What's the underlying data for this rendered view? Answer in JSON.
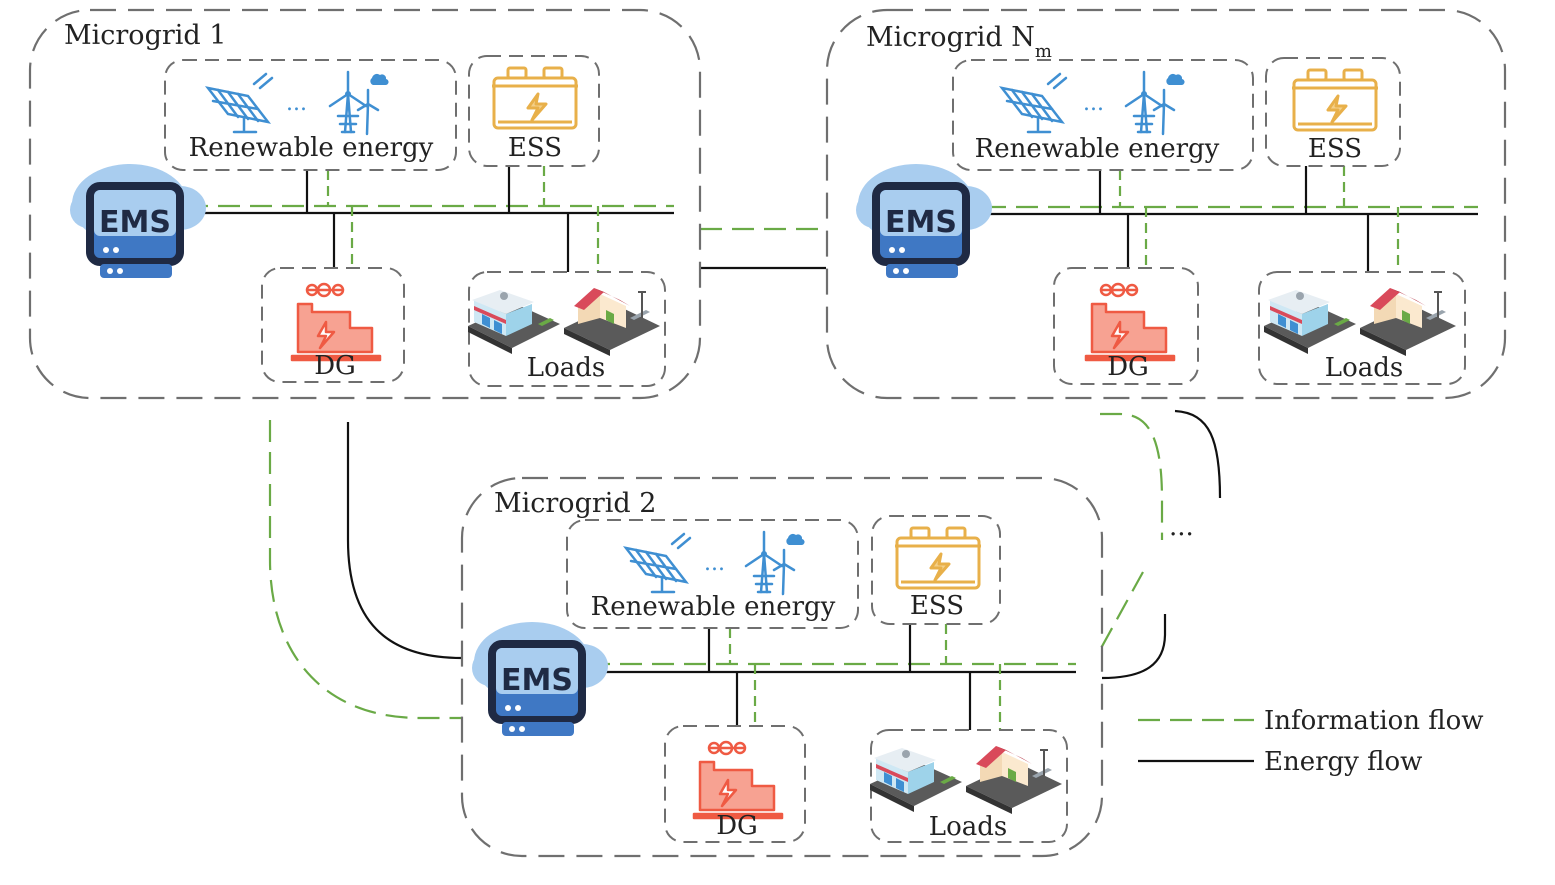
{
  "colors": {
    "info_flow": "#6aaa46",
    "energy_flow": "#111111",
    "border": "#6f6f6f",
    "renewable": "#3f8fd2",
    "ess": "#e8b04a",
    "dg": "#ef5a43",
    "ems_cloud": "#a9cdef",
    "ems_dark": "#1f2a44",
    "ems_server": "#3f78c4"
  },
  "icons": [
    "solar-panel-icon",
    "wind-turbine-icon",
    "battery-icon",
    "factory-icon",
    "building-icon",
    "house-icon",
    "ems-server-icon"
  ],
  "microgrids": [
    {
      "title_main": "Microgrid 1",
      "title_sub": "",
      "renewable_label": "Renewable energy",
      "ess_label": "ESS",
      "dg_label": "DG",
      "loads_label": "Loads",
      "ems_label": "EMS"
    },
    {
      "title_main": "Microgrid N",
      "title_sub": "m",
      "renewable_label": "Renewable energy",
      "ess_label": "ESS",
      "dg_label": "DG",
      "loads_label": "Loads",
      "ems_label": "EMS"
    },
    {
      "title_main": "Microgrid 2",
      "title_sub": "",
      "renewable_label": "Renewable energy",
      "ess_label": "ESS",
      "dg_label": "DG",
      "loads_label": "Loads",
      "ems_label": "EMS"
    }
  ],
  "renewable_ellipsis": "...",
  "between_ellipsis": "...",
  "legend": {
    "info_label": "Information flow",
    "energy_label": "Energy flow"
  }
}
